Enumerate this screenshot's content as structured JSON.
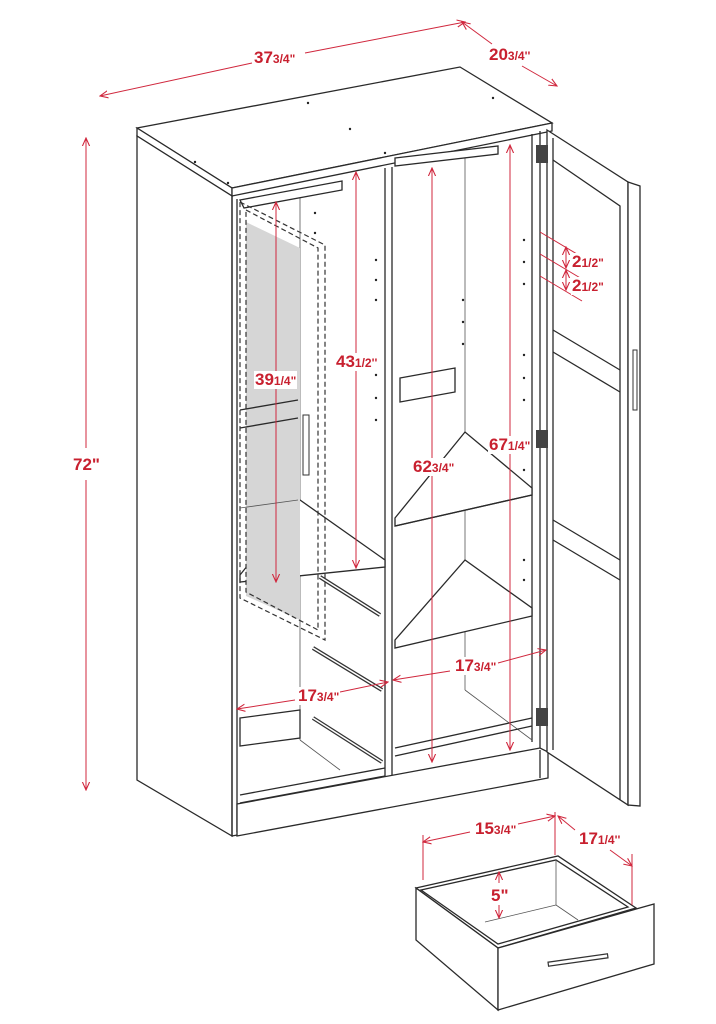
{
  "diagram": {
    "subject": "Wardrobe cabinet with two doors, adjustable shelves and drawer",
    "accent_color": "#c8202f",
    "dimensions": {
      "overall_width": {
        "whole": "37",
        "frac": "3/4\""
      },
      "overall_depth": {
        "whole": "20",
        "frac": "3/4''"
      },
      "overall_height": {
        "whole": "72\"",
        "frac": ""
      },
      "left_compartment_height": {
        "whole": "39",
        "frac": "1/4\""
      },
      "left_upper_height": {
        "whole": "43",
        "frac": "1/2''"
      },
      "right_shelf_height": {
        "whole": "62",
        "frac": "3/4\""
      },
      "right_interior_height": {
        "whole": "67",
        "frac": "1/4\""
      },
      "shelf_spacing_1": {
        "whole": "2",
        "frac": "1/2\""
      },
      "shelf_spacing_2": {
        "whole": "2",
        "frac": "1/2\""
      },
      "left_interior_width": {
        "whole": "17",
        "frac": "3/4\""
      },
      "right_interior_width": {
        "whole": "17",
        "frac": "3/4\""
      },
      "drawer_width": {
        "whole": "15",
        "frac": "3/4\""
      },
      "drawer_depth": {
        "whole": "17",
        "frac": "1/4''"
      },
      "drawer_height": {
        "whole": "5\"",
        "frac": ""
      }
    }
  }
}
